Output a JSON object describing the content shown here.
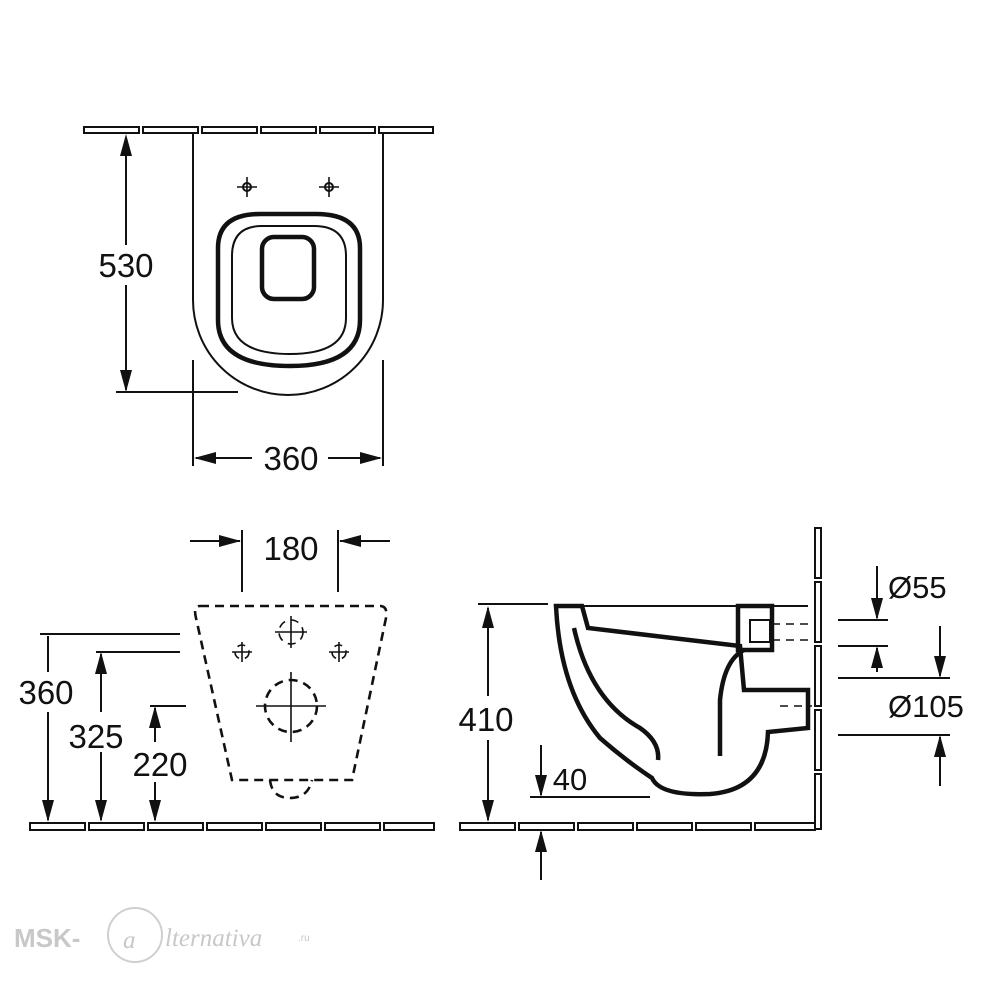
{
  "top_view": {
    "depth_label": "530",
    "width_label": "360"
  },
  "front_view": {
    "bolt_spacing_label": "180",
    "height_outer_label": "360",
    "height_mid_label": "325",
    "height_low_label": "220"
  },
  "side_view": {
    "height_label": "410",
    "inlet_label": "Ø55",
    "outlet_label": "Ø105",
    "floor_offset_label": "40"
  },
  "watermark": {
    "brand_left": "MSK-",
    "brand_script": "lternativa",
    "brand_tld": ".ru",
    "colors": {
      "watermark": "#c8c8c8"
    }
  }
}
